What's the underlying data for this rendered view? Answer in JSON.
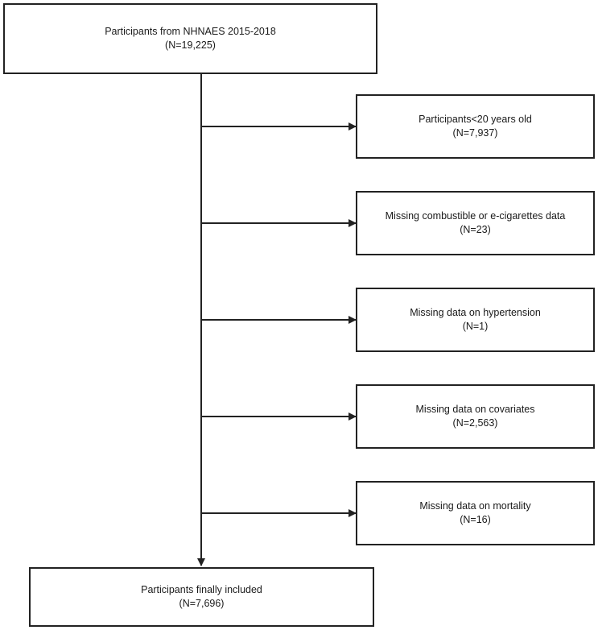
{
  "flowchart": {
    "source": {
      "label": "Participants from NHNAES 2015-2018",
      "count": "(N=19,225)"
    },
    "exclusions": [
      {
        "label": "Participants<20 years old",
        "count": "(N=7,937)"
      },
      {
        "label": "Missing combustible or e-cigarettes data",
        "count": "(N=23)"
      },
      {
        "label": "Missing data on hypertension",
        "count": "(N=1)"
      },
      {
        "label": "Missing data on covariates",
        "count": "(N=2,563)"
      },
      {
        "label": "Missing data on mortality",
        "count": "(N=16)"
      }
    ],
    "final": {
      "label": "Participants finally included",
      "count": "(N=7,696)"
    }
  },
  "colors": {
    "line": "#222222",
    "box_border": "#222222",
    "background": "#ffffff"
  }
}
